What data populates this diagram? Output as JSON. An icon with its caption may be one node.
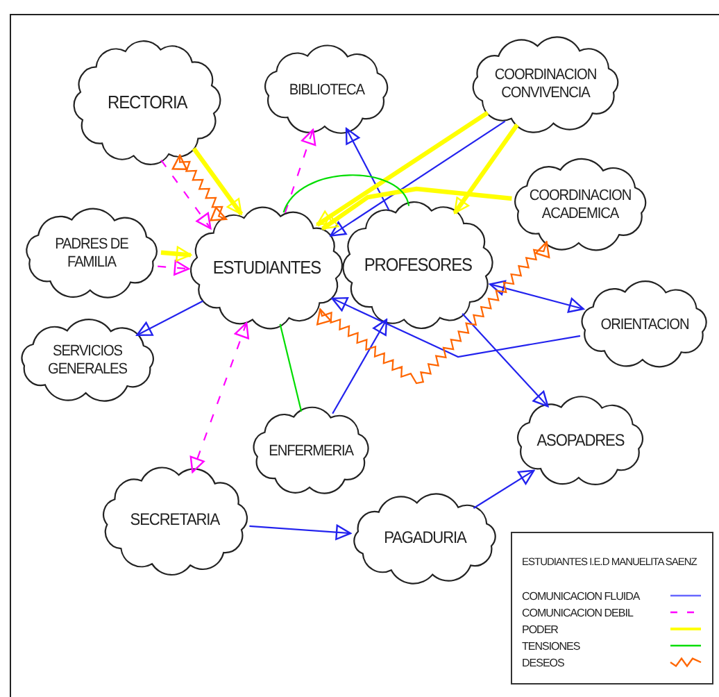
{
  "diagram": {
    "nodes": [
      {
        "text": [
          "RECTORIA"
        ]
      },
      {
        "text": [
          "BIBLIOTECA"
        ]
      },
      {
        "text": [
          "COORDINACION CONVIVENCIA"
        ]
      },
      {
        "text": [
          "COORDINACION ACADEMICA"
        ]
      },
      {
        "text": [
          "PADRES DE FAMILIA"
        ]
      },
      {
        "text": [
          "ESTUDIANTES"
        ]
      },
      {
        "text": [
          "PROFESORES"
        ]
      },
      {
        "text": [
          "SERVICIOS GENERALES"
        ]
      },
      {
        "text": [
          "ORIENTACION"
        ]
      },
      {
        "text": [
          "ENFERMERIA"
        ]
      },
      {
        "text": [
          "ASOPADRES"
        ]
      },
      {
        "text": [
          "SECRETARIA"
        ]
      },
      {
        "text": [
          "PAGADURIA"
        ]
      }
    ],
    "edges": [
      {
        "from": 6,
        "to": 1,
        "arrow": "to"
      },
      {
        "from": 2,
        "to": 5,
        "arrow": "to"
      },
      {
        "from": 6,
        "to": 8,
        "arrow": "both"
      },
      {
        "from": 8,
        "to": 5,
        "arrow": "to"
      },
      {
        "from": 5,
        "to": 7,
        "arrow": "to"
      },
      {
        "from": 9,
        "to": 6,
        "arrow": "to"
      },
      {
        "from": 6,
        "to": 10,
        "arrow": "to"
      },
      {
        "from": 11,
        "to": 12,
        "arrow": "to"
      },
      {
        "from": 12,
        "to": 10,
        "arrow": "to"
      },
      {
        "from": 0,
        "to": 5,
        "arrow": "to",
        "style": "dashed",
        "color": "#ff00ff"
      },
      {
        "from": 4,
        "to": 5,
        "arrow": "to",
        "style": "dashed",
        "color": "#ff00ff"
      },
      {
        "from": 5,
        "to": 1,
        "arrow": "to",
        "style": "dashed",
        "color": "#ff00ff"
      },
      {
        "from": 5,
        "to": 11,
        "arrow": "both",
        "style": "dashed",
        "color": "#ff00ff"
      },
      {
        "from": 0,
        "to": 5,
        "arrow": "to",
        "style": "thick",
        "color": "#ffff00"
      },
      {
        "from": 4,
        "to": 5,
        "arrow": "to",
        "style": "thick",
        "color": "#ffff00"
      },
      {
        "from": 2,
        "to": 5,
        "arrow": "to",
        "style": "thick",
        "color": "#ffff00"
      },
      {
        "from": 3,
        "to": 5,
        "arrow": "to",
        "style": "thick",
        "color": "#ffff00"
      },
      {
        "from": 2,
        "to": 6,
        "arrow": "to",
        "style": "thick",
        "color": "#ffff00"
      },
      {
        "from": 5,
        "to": 6,
        "arrow": "none",
        "color": "#00dd00"
      },
      {
        "from": 5,
        "to": 9,
        "arrow": "none",
        "color": "#00dd00"
      },
      {
        "from": 0,
        "to": 5,
        "arrow": "both",
        "color": "#ff6600"
      },
      {
        "from": 5,
        "to": 3,
        "arrow": "both",
        "color": "#ff6600"
      }
    ],
    "labels": [
      "ESTUDIANTES I.E.D MANUELITA SAENZ"
    ],
    "legend": [
      {
        "text": "COMUNICACION FLUIDA"
      },
      {
        "text": "COMUNICACION DEBIL"
      },
      {
        "text": "PODER"
      },
      {
        "text": "TENSIONES"
      },
      {
        "text": "DESEOS"
      }
    ]
  }
}
